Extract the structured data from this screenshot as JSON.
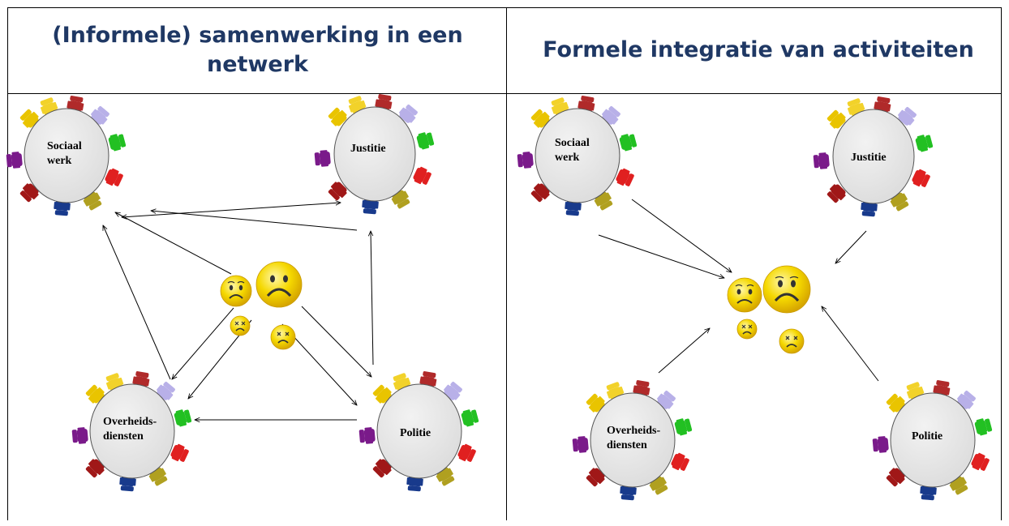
{
  "headers": {
    "left": "(Informele) samenwerking in een netwerk",
    "right": "Formele integratie van activiteiten"
  },
  "tables": {
    "sociaal_werk": [
      "Sociaal",
      "werk"
    ],
    "justitie": [
      "Justitie"
    ],
    "overheidsdiensten": [
      "Overheids-",
      "diensten"
    ],
    "politie": [
      "Politie"
    ]
  },
  "colors": {
    "header_text": "#1f3864",
    "table_fill": "#e6e6e6",
    "emoji_fill": "#f5d800"
  }
}
